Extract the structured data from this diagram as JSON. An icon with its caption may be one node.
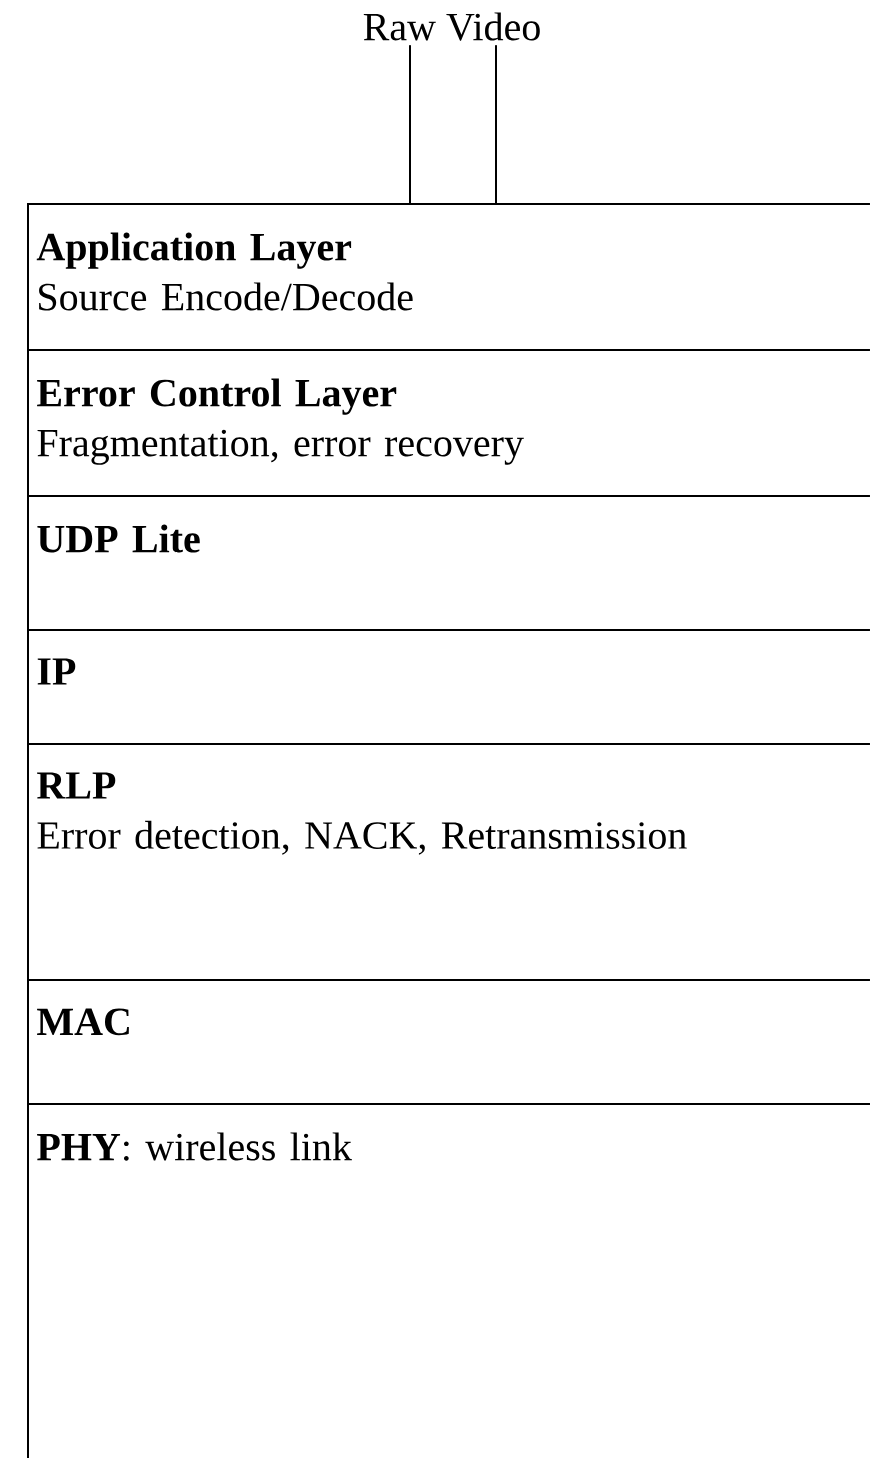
{
  "diagram": {
    "nodes": [
      {
        "text": [
          "Raw Video"
        ]
      },
      {
        "text": [
          "Application Layer",
          "Source Encode/Decode"
        ]
      },
      {
        "text": [
          "Error Control Layer",
          "Fragmentation, error recovery"
        ]
      },
      {
        "text": [
          "UDP Lite"
        ]
      },
      {
        "text": [
          "IP"
        ]
      },
      {
        "text": [
          "RLP",
          "Error detection, NACK, Retransmission"
        ]
      },
      {
        "text": [
          "MAC"
        ]
      },
      {
        "text": [
          "**PHY**: wireless link"
        ]
      }
    ],
    "edges": [
      {
        "from": 0,
        "to": 1,
        "arrow": "none"
      },
      {
        "from": 0,
        "to": 1,
        "arrow": "none"
      }
    ]
  }
}
